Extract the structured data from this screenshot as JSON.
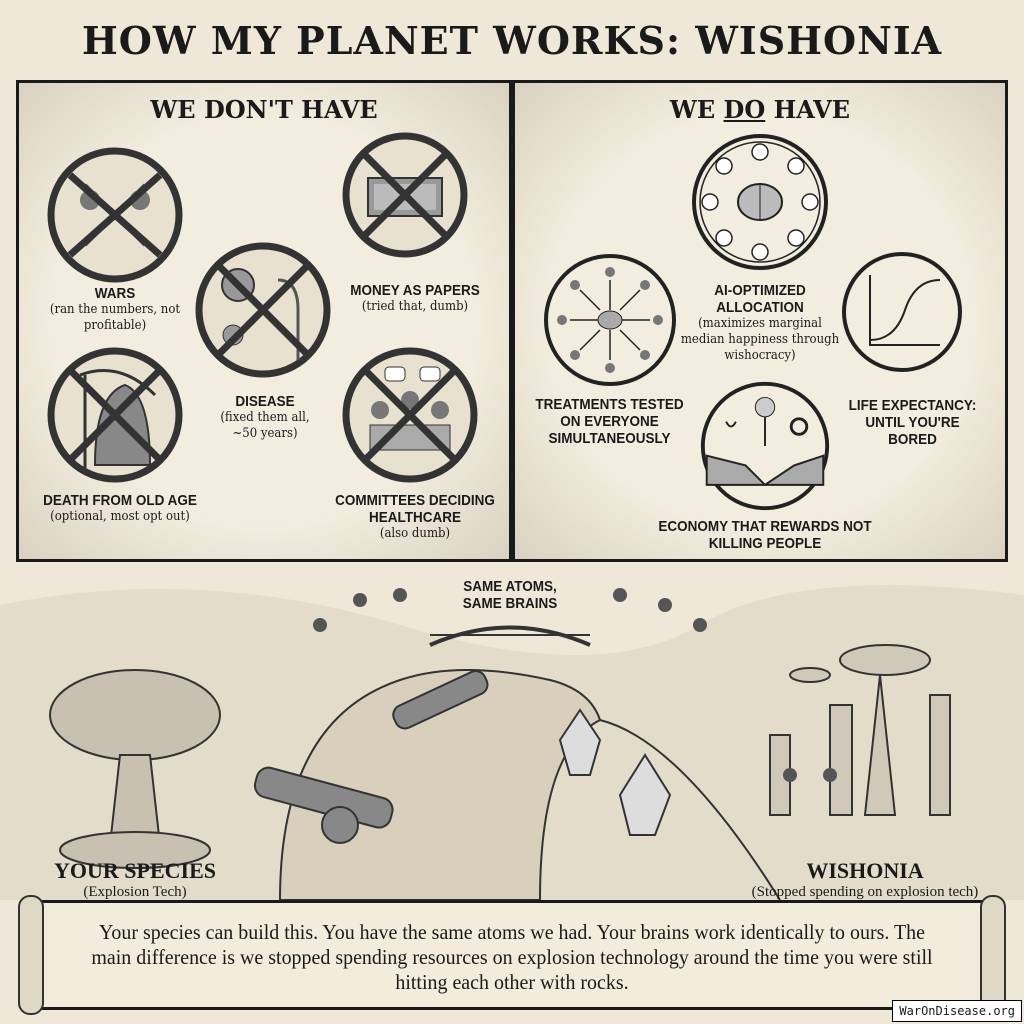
{
  "title": "HOW MY PLANET WORKS: WISHONIA",
  "dont_have": {
    "heading": "WE DON'T HAVE",
    "items": [
      {
        "label": "WARS",
        "sub": "(ran the numbers, not profitable)"
      },
      {
        "label": "MONEY AS PAPERS",
        "sub": "(tried that, dumb)"
      },
      {
        "label": "DISEASE",
        "sub": "(fixed them all, ~50 years)"
      },
      {
        "label": "DEATH FROM OLD AGE",
        "sub": "(optional, most opt out)"
      },
      {
        "label": "COMMITTEES DECIDING HEALTHCARE",
        "sub": "(also dumb)"
      }
    ]
  },
  "do_have": {
    "heading_pre": "WE ",
    "heading_em": "DO",
    "heading_post": " HAVE",
    "items": [
      {
        "label": "AI-OPTIMIZED ALLOCATION",
        "sub": "(maximizes marginal median happiness through wishocracy)"
      },
      {
        "label": "TREATMENTS TESTED ON EVERYONE SIMULTANEOUSLY"
      },
      {
        "label": "LIFE EXPECTANCY: UNTIL YOU'RE BORED"
      },
      {
        "label": "ECONOMY THAT REWARDS NOT KILLING PEOPLE"
      }
    ]
  },
  "scene": {
    "center": "SAME ATOMS, SAME BRAINS",
    "left_title": "YOUR SPECIES",
    "left_sub": "(Explosion Tech)",
    "right_title": "WISHONIA",
    "right_sub": "(Stopped spending on explosion tech)"
  },
  "scroll_text": "Your species can build this. You have the same atoms we had. Your brains work identically to ours. The main difference is we stopped spending resources on explosion technology around the time you were still hitting each other with rocks.",
  "watermark": "WarOnDisease.org"
}
